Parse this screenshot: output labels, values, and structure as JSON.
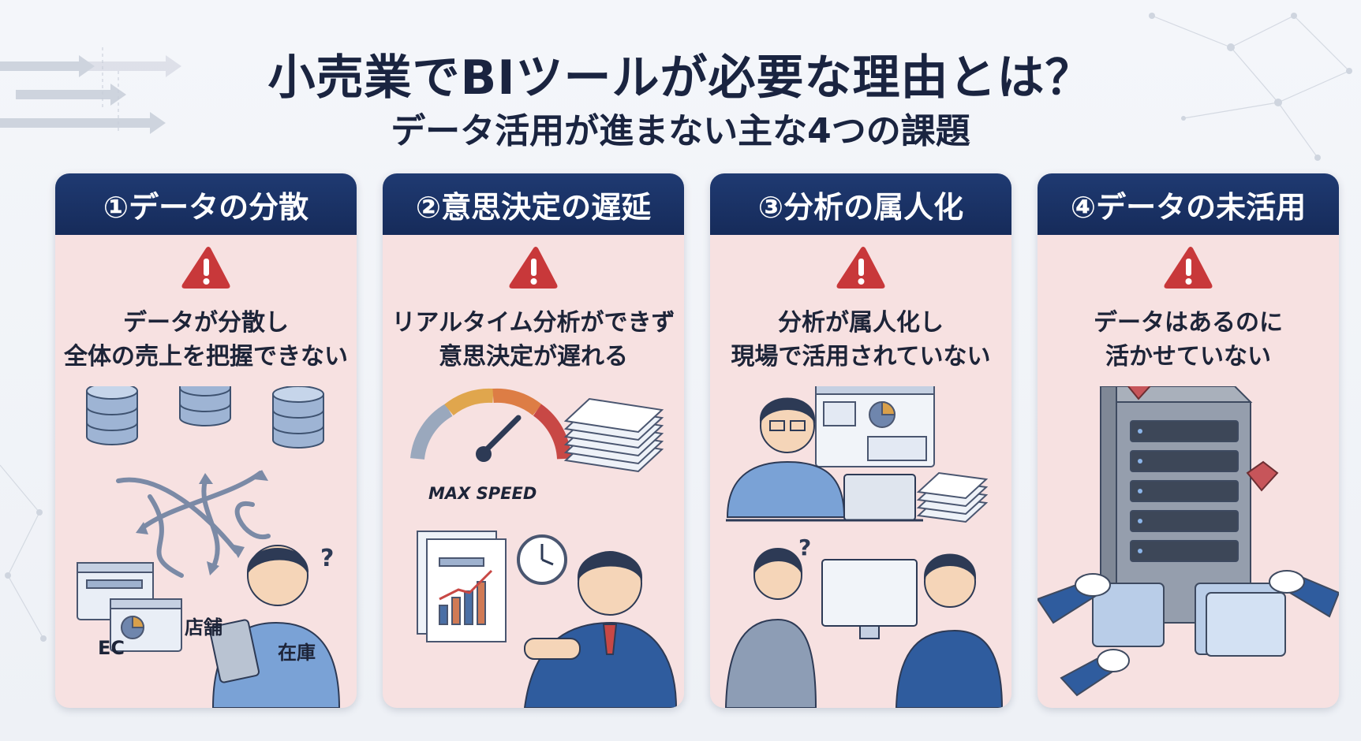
{
  "title": {
    "main": "小売業でBIツールが必要な理由とは？",
    "sub": "データ活用が進まない主な4つの課題"
  },
  "colors": {
    "header": "#1f3a72",
    "card_bg": "#f7e1e1",
    "warning": "#c8383a",
    "text": "#1a2440"
  },
  "cards": [
    {
      "heading": "①データの分散",
      "icon": "warning-icon",
      "lines": [
        "データが分散し",
        "全体の売上を把握できない"
      ],
      "labels": {
        "ec": "EC",
        "store": "店舗",
        "stock": "在庫"
      }
    },
    {
      "heading": "②意思決定の遅延",
      "icon": "warning-icon",
      "lines": [
        "リアルタイム分析ができず",
        "意思決定が遅れる"
      ],
      "labels": {
        "gauge": "MAX SPEED"
      }
    },
    {
      "heading": "③分析の属人化",
      "icon": "warning-icon",
      "lines": [
        "分析が属人化し",
        "現場で活用されていない"
      ]
    },
    {
      "heading": "④データの未活用",
      "icon": "warning-icon",
      "lines": [
        "データはあるのに",
        "活かせていない"
      ]
    }
  ]
}
